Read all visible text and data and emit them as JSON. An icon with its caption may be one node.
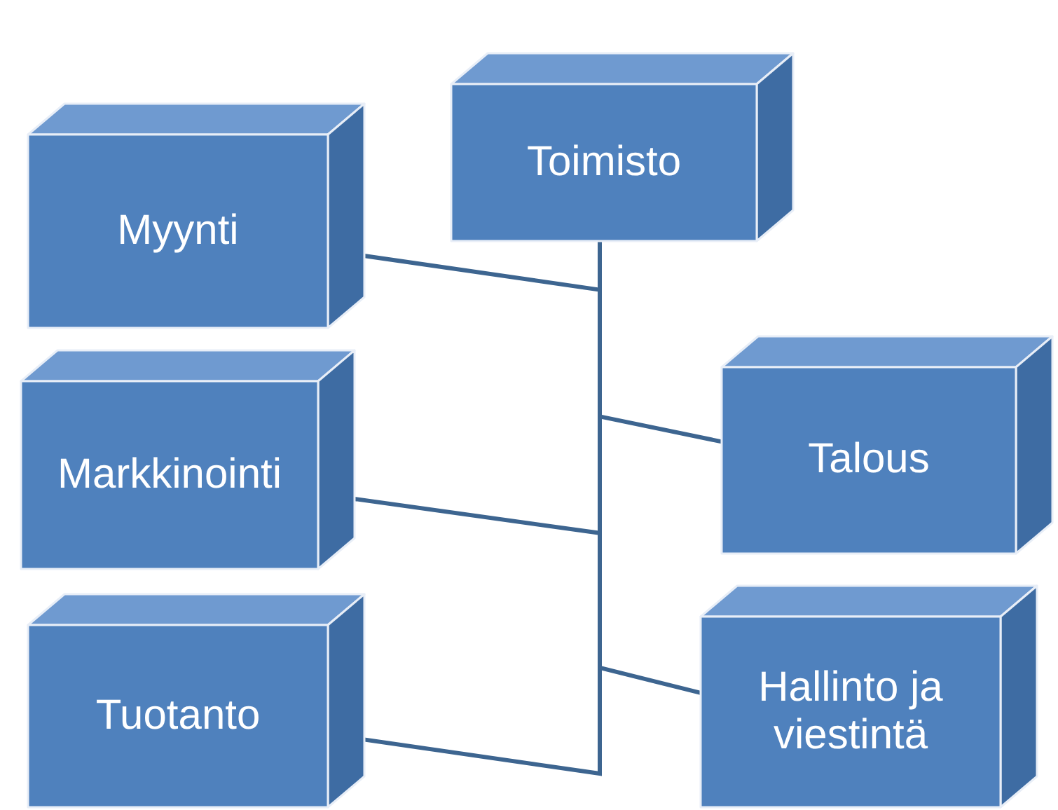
{
  "diagram": {
    "nodes": [
      {
        "text": [
          "Toimisto"
        ]
      },
      {
        "text": [
          "Myynti"
        ]
      },
      {
        "text": [
          "Markkinointi"
        ]
      },
      {
        "text": [
          "Tuotanto"
        ]
      },
      {
        "text": [
          "Talous"
        ]
      },
      {
        "text": [
          "Hallinto ja viestintä"
        ]
      }
    ],
    "edges": [
      {
        "from": 0,
        "to": 1,
        "arrow": "none"
      },
      {
        "from": 0,
        "to": 2,
        "arrow": "none"
      },
      {
        "from": 0,
        "to": 3,
        "arrow": "none"
      },
      {
        "from": 0,
        "to": 4,
        "arrow": "none"
      },
      {
        "from": 0,
        "to": 5,
        "arrow": "none"
      }
    ]
  }
}
